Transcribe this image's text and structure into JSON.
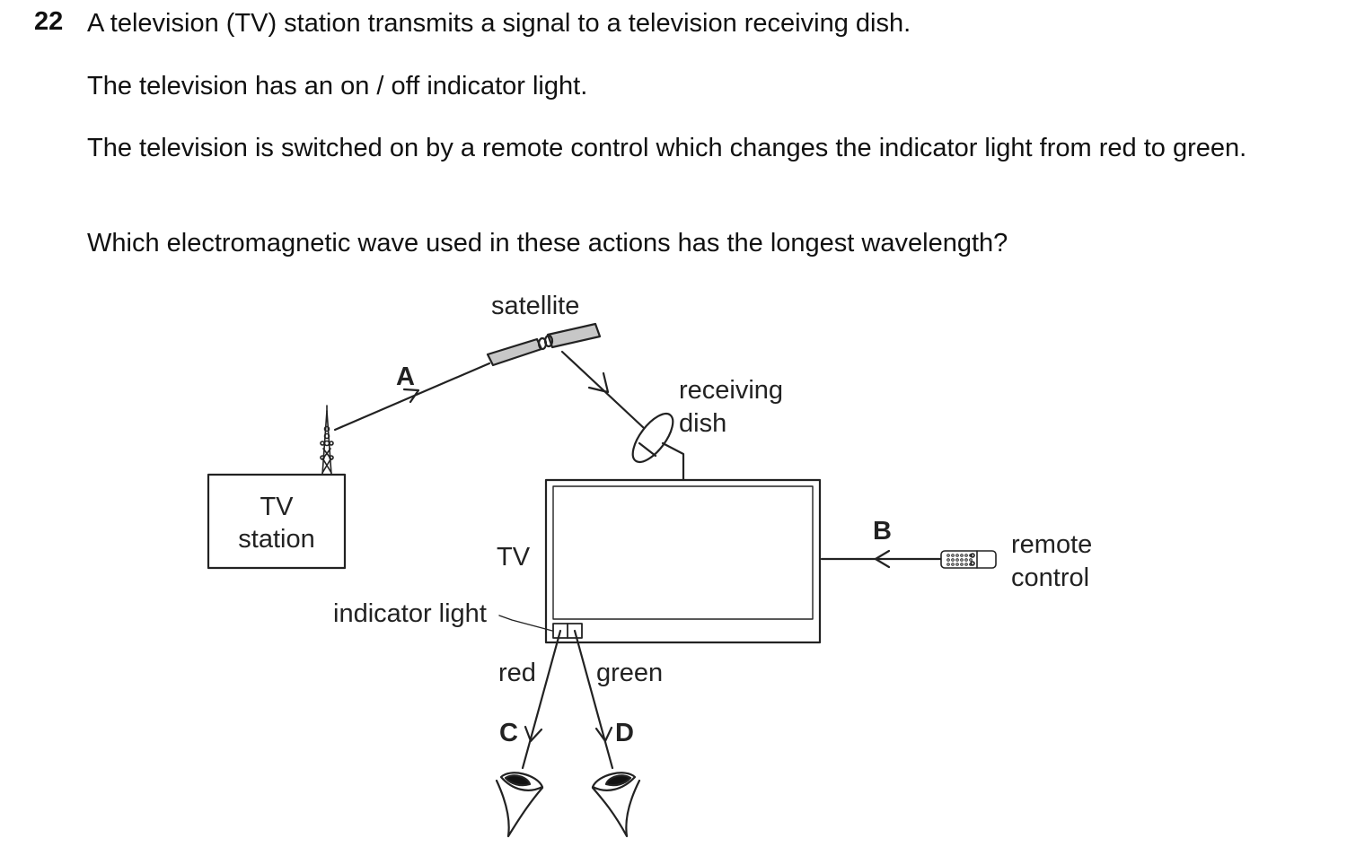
{
  "question": {
    "number": "22",
    "line1": "A television (TV) station transmits a signal to a television receiving dish.",
    "line2": "The television has an on / off indicator light.",
    "line3": "The television is switched on by a remote control which changes the indicator light from red to green.",
    "line4": "Which electromagnetic wave used in these actions has the longest wavelength?"
  },
  "diagram": {
    "satellite_label": "satellite",
    "receiving_label_1": "receiving",
    "receiving_label_2": "dish",
    "tv_station_label_1": "TV",
    "tv_station_label_2": "station",
    "tv_label": "TV",
    "indicator_label": "indicator light",
    "remote_label_1": "remote",
    "remote_label_2": "control",
    "red_label": "red",
    "green_label": "green",
    "arrow_a": "A",
    "arrow_b": "B",
    "arrow_c": "C",
    "arrow_d": "D"
  }
}
